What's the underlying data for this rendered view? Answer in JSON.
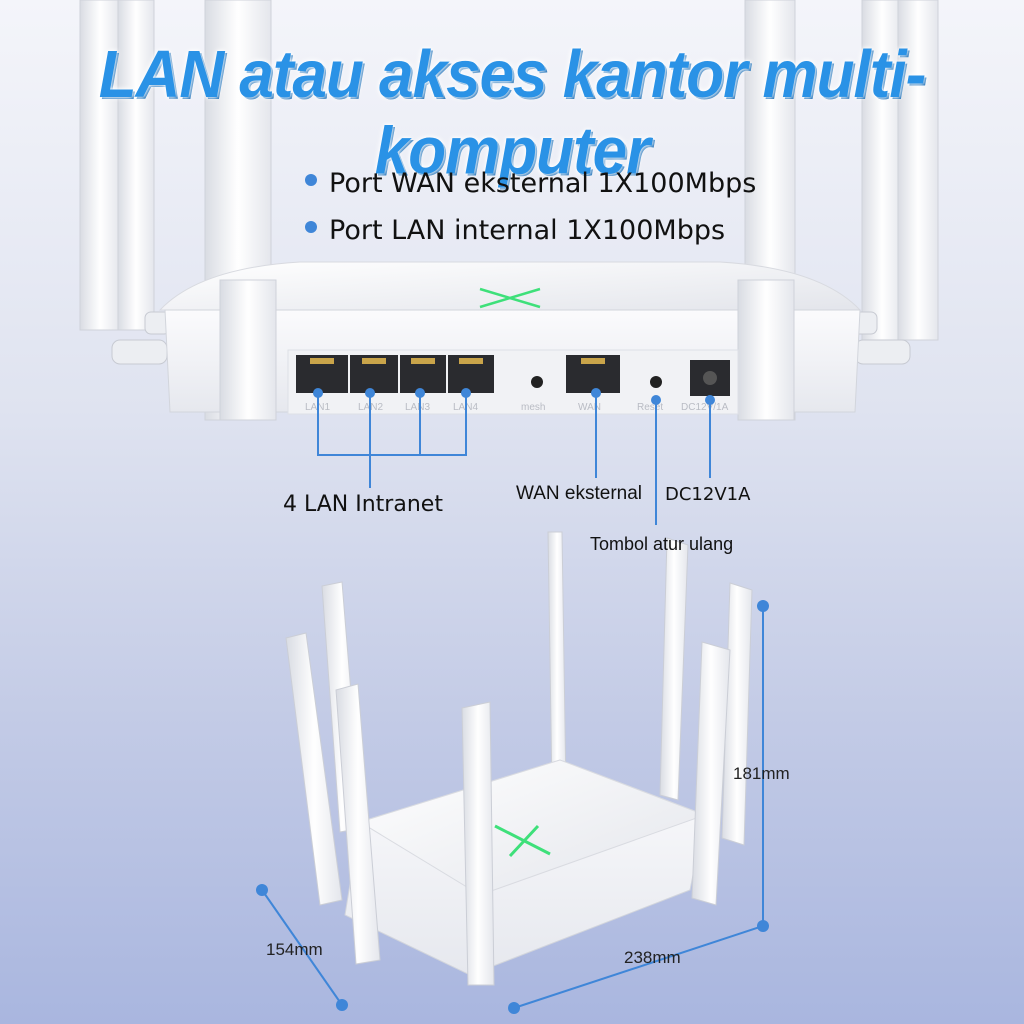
{
  "headline": "LAN atau akses kantor multi-komputer",
  "bullets": [
    "Port WAN eksternal 1X100Mbps",
    "Port LAN internal 1X100Mbps"
  ],
  "port_labels": [
    "LAN1",
    "LAN2",
    "LAN3",
    "LAN4",
    "mesh",
    "WAN",
    "Reset",
    "DC12V/1A"
  ],
  "callouts": {
    "lan": "4 LAN Intranet",
    "wan": "WAN eksternal",
    "power": "DC12V1A",
    "reset": "Tombol atur ulang"
  },
  "dimensions": {
    "height": "181mm",
    "depth": "154mm",
    "width": "238mm"
  },
  "colors": {
    "headline": "#2a92e6",
    "callout_line": "#3f86d8",
    "led": "#3ee07a"
  }
}
